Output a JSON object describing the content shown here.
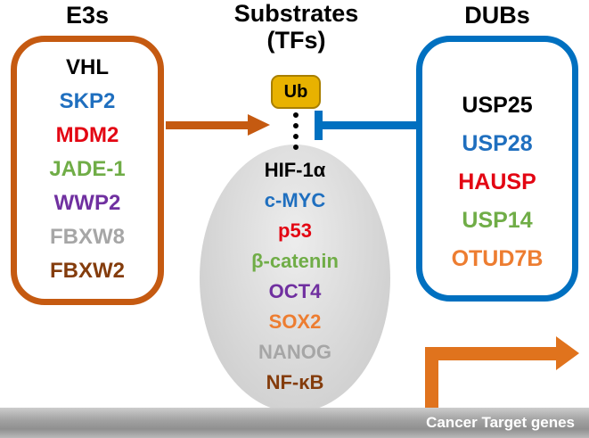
{
  "e3s": {
    "title": "E3s",
    "border_color": "#c55a11",
    "items": [
      {
        "label": "VHL",
        "color": "#000000"
      },
      {
        "label": "SKP2",
        "color": "#1f6fbf"
      },
      {
        "label": "MDM2",
        "color": "#e30613"
      },
      {
        "label": "JADE-1",
        "color": "#70ad47"
      },
      {
        "label": "WWP2",
        "color": "#7030a0"
      },
      {
        "label": "FBXW8",
        "color": "#a6a6a6"
      },
      {
        "label": "FBXW2",
        "color": "#843c0c"
      }
    ]
  },
  "substrates": {
    "title_line1": "Substrates",
    "title_line2": "(TFs)",
    "ub_label": "Ub",
    "ub_color": "#e8b200",
    "items": [
      {
        "label": "HIF-1α",
        "color": "#000000"
      },
      {
        "label": "c-MYC",
        "color": "#1f6fbf"
      },
      {
        "label": "p53",
        "color": "#e30613"
      },
      {
        "label": "β-catenin",
        "color": "#70ad47"
      },
      {
        "label": "OCT4",
        "color": "#7030a0"
      },
      {
        "label": "SOX2",
        "color": "#ed7d31"
      },
      {
        "label": "NANOG",
        "color": "#a6a6a6"
      },
      {
        "label": "NF-κB",
        "color": "#843c0c"
      }
    ]
  },
  "dubs": {
    "title": "DUBs",
    "border_color": "#0070c0",
    "items": [
      {
        "label": "USP25",
        "color": "#000000"
      },
      {
        "label": "USP28",
        "color": "#1f6fbf"
      },
      {
        "label": "HAUSP",
        "color": "#e30613"
      },
      {
        "label": "USP14",
        "color": "#70ad47"
      },
      {
        "label": "OTUD7B",
        "color": "#ed7d31"
      }
    ]
  },
  "bottom": {
    "label": "Cancer Target genes"
  },
  "colors": {
    "e3_arrow": "#c55a11",
    "dub_inhibit": "#0070c0",
    "transcription_arrow": "#e0731d"
  }
}
